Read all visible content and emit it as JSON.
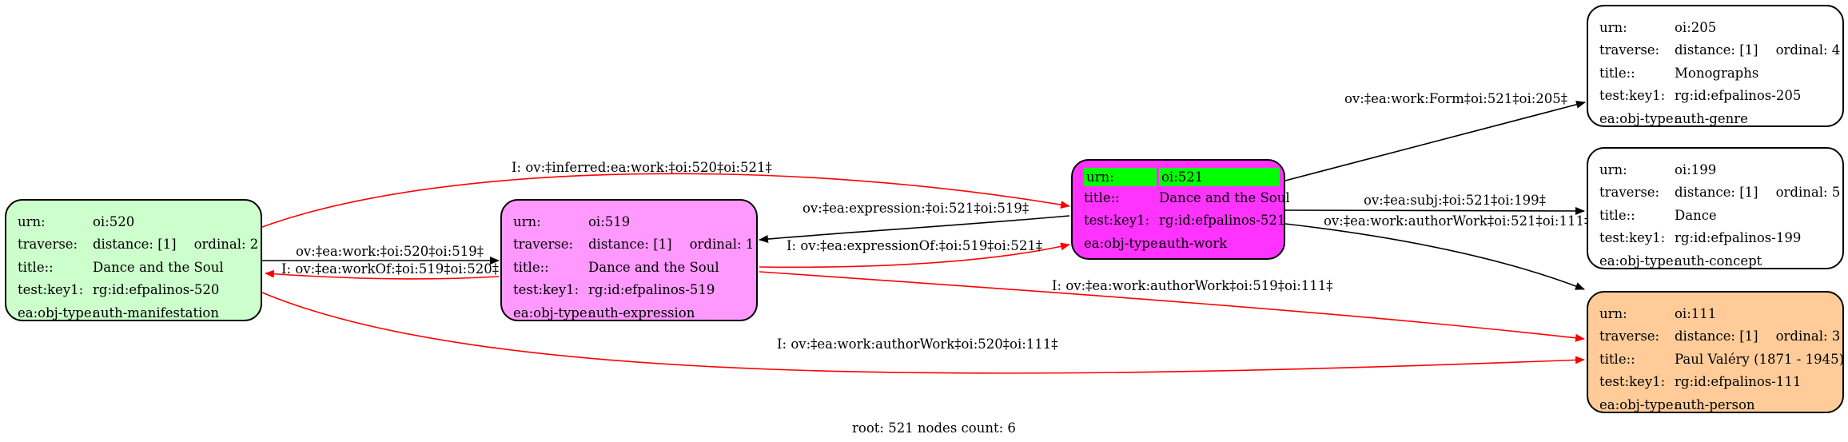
{
  "nodes": {
    "n520": {
      "color": "#ccffcc",
      "urn": "oi:520",
      "distance": "distance: [1]",
      "ordinal": "ordinal: 2",
      "title": "Dance and the Soul",
      "key": "rg:id:efpalinos-520",
      "type": "auth-manifestation"
    },
    "n519": {
      "color": "#ff99ff",
      "urn": "oi:519",
      "distance": "distance: [1]",
      "ordinal": "ordinal: 1",
      "title": "Dance and the Soul",
      "key": "rg:id:efpalinos-519",
      "type": "auth-expression"
    },
    "n521": {
      "color": "#ff33ff",
      "highlight": "#00ff00",
      "urn": "oi:521",
      "title": "Dance and the Soul",
      "key": "rg:id:efpalinos-521",
      "type": "auth-work"
    },
    "n205": {
      "color": "#ffffff",
      "urn": "oi:205",
      "distance": "distance: [1]",
      "ordinal": "ordinal: 4",
      "title": "Monographs",
      "key": "rg:id:efpalinos-205",
      "type": "auth-genre"
    },
    "n199": {
      "color": "#ffffff",
      "urn": "oi:199",
      "distance": "distance: [1]",
      "ordinal": "ordinal: 5",
      "title": "Dance",
      "key": "rg:id:efpalinos-199",
      "type": "auth-concept"
    },
    "n111": {
      "color": "#ffcc99",
      "urn": "oi:111",
      "distance": "distance: [1]",
      "ordinal": "ordinal: 3",
      "title": "Paul Valéry (1871 - 1945)",
      "key": "rg:id:efpalinos-111",
      "type": "auth-person"
    }
  },
  "field_labels": {
    "urn": "urn:",
    "traverse": "traverse:",
    "title": "title::",
    "key": "test:key1:",
    "type": "ea:obj-type:"
  },
  "edges": {
    "inferred_520_521": {
      "label": "I: ov:‡inferred:ea:work:‡oi:520‡oi:521‡",
      "color": "#ff0000"
    },
    "work_520_519": {
      "label": "ov:‡ea:work:‡oi:520‡oi:519‡",
      "color": "#000000"
    },
    "workof_519_520": {
      "label": "I: ov:‡ea:workOf:‡oi:519‡oi:520‡",
      "color": "#ff0000"
    },
    "expression_521_519": {
      "label": "ov:‡ea:expression:‡oi:521‡oi:519‡",
      "color": "#000000"
    },
    "expressionof_519_521": {
      "label": "I: ov:‡ea:expressionOf:‡oi:519‡oi:521‡",
      "color": "#ff0000"
    },
    "form_521_205": {
      "label": "ov:‡ea:work:Form‡oi:521‡oi:205‡",
      "color": "#000000"
    },
    "subj_521_199": {
      "label": "ov:‡ea:subj:‡oi:521‡oi:199‡",
      "color": "#000000"
    },
    "author_521_111": {
      "label": "ov:‡ea:work:authorWork‡oi:521‡oi:111‡",
      "color": "#000000"
    },
    "author_519_111": {
      "label": "I: ov:‡ea:work:authorWork‡oi:519‡oi:111‡",
      "color": "#ff0000"
    },
    "author_520_111": {
      "label": "I: ov:‡ea:work:authorWork‡oi:520‡oi:111‡",
      "color": "#ff0000"
    }
  },
  "caption": "root: 521 nodes count: 6"
}
